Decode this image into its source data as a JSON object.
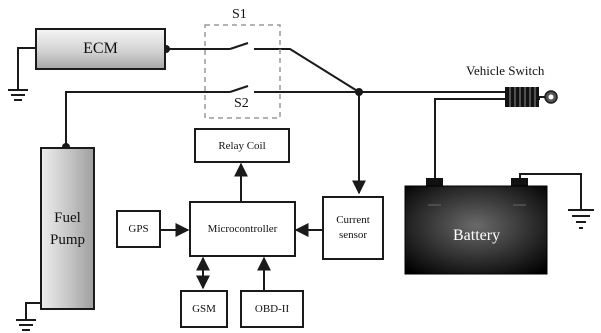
{
  "components": {
    "ecm": "ECM",
    "fuel_pump": "Fuel\nPump",
    "relay_coil": "Relay Coil",
    "gps": "GPS",
    "microcontroller": "Microcontroller",
    "current_sensor": "Current\nsensor",
    "gsm": "GSM",
    "obd": "OBD-II",
    "battery": "Battery"
  },
  "switches": {
    "s1": "S1",
    "s2": "S2",
    "vehicle_switch": "Vehicle Switch"
  },
  "colors": {
    "wire": "#1a1a1a",
    "box_fill_light": "#f4f4f4",
    "box_fill_dark": "#a8a8a8",
    "battery_center": "#6a6a6a",
    "battery_edge": "#000000",
    "dashed": "#9a9a9a"
  }
}
